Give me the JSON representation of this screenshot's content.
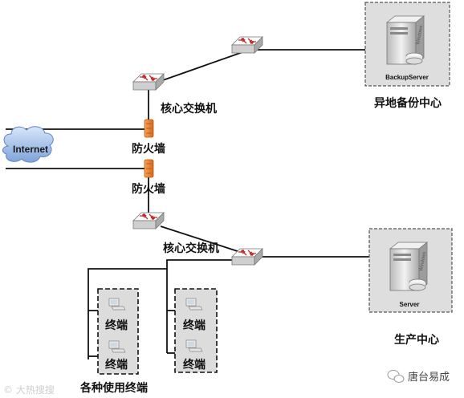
{
  "labels": {
    "core_switch_top": "核心交换机",
    "firewall_top": "防火墙",
    "firewall_bottom": "防火墙",
    "core_switch_bottom": "核心交换机",
    "backup_center": "异地备份中心",
    "production_center": "生产中心",
    "terminals_caption": "各种使用终端",
    "terminal": "终端",
    "internet": "Internet",
    "backup_server": "BackupServer",
    "server": "Server",
    "server_side_text": "Windows",
    "watermark_left": "© 大热搜搜",
    "watermark_right": "唐台易成"
  },
  "colors": {
    "switch_top": "#f4f4f4",
    "switch_arrow": "#c22b2b",
    "firewall": "#e8812b",
    "cloud": "#a9c4f0",
    "server_box": "#dcdcdc",
    "line": "#111111"
  }
}
